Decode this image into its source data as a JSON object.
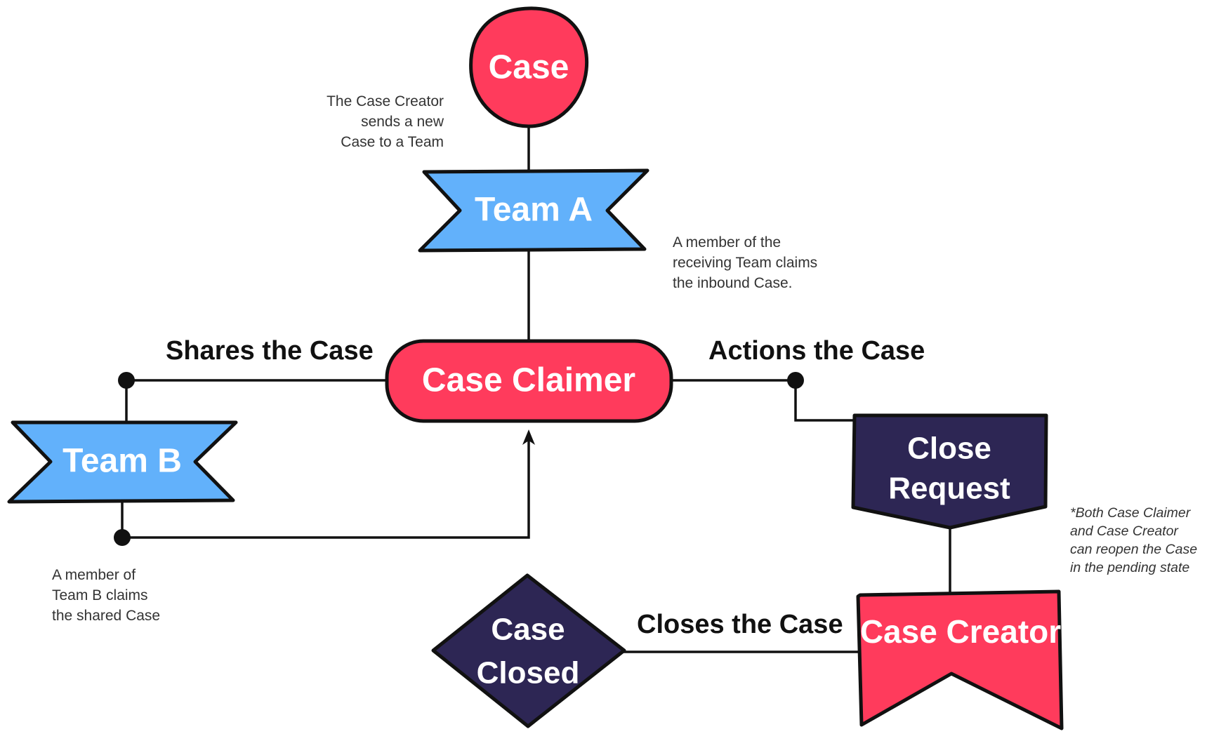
{
  "colors": {
    "red": "#ff3b5c",
    "blue": "#62b1fb",
    "navy": "#2d2654",
    "outline": "#111111",
    "note_text": "#333333"
  },
  "nodes": {
    "case": "Case",
    "team_a": "Team A",
    "case_claimer": "Case Claimer",
    "team_b": "Team B",
    "close_request": [
      "Close",
      "Request"
    ],
    "case_creator": "Case Creator",
    "case_closed": [
      "Case",
      "Closed"
    ]
  },
  "edge_labels": {
    "shares": "Shares the Case",
    "actions": "Actions the Case",
    "closes": "Closes the Case"
  },
  "notes": {
    "case_creator_sends": [
      "The Case Creator",
      "sends a new",
      "Case to a Team"
    ],
    "member_receiving": [
      "A member of the",
      "receiving Team claims",
      "the inbound Case."
    ],
    "member_team_b": [
      "A member of",
      "Team B claims",
      "the shared Case"
    ],
    "reopen": [
      "*Both Case Claimer",
      "and Case Creator",
      "can reopen the Case",
      "in the pending state"
    ]
  }
}
